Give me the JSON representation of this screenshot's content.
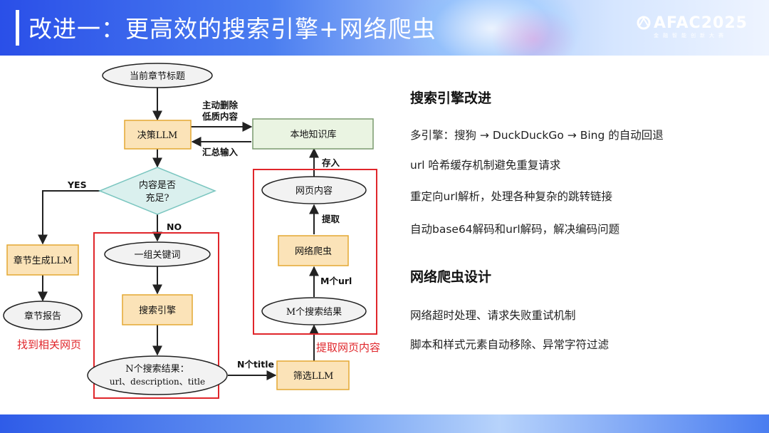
{
  "header": {
    "title": "改进一：更高效的搜索引擎+网络爬虫",
    "logo_text": "AFAC2025",
    "logo_subtext": "金融智能创新大赛"
  },
  "diagram": {
    "nodes": {
      "current_title": "当前章节标题",
      "decision_llm": "决策LLM",
      "knowledge_base": "本地知识库",
      "content_enough_line1": "内容是否",
      "content_enough_line2": "充足?",
      "chapter_gen_llm": "章节生成LLM",
      "chapter_report": "章节报告",
      "keywords": "一组关键词",
      "search_engine": "搜索引擎",
      "n_results_line1": "N个搜索结果：",
      "n_results_line2": "url、description、title",
      "filter_llm": "筛选LLM",
      "m_results": "M个搜索结果",
      "crawler": "网络爬虫",
      "page_content": "网页内容"
    },
    "edge_labels": {
      "remove_line1": "主动删除",
      "remove_line2": "低质内容",
      "summary_input": "汇总输入",
      "yes": "YES",
      "no": "NO",
      "store": "存入",
      "extract": "提取",
      "m_url": "M个url",
      "n_title": "N个title"
    },
    "group_labels": {
      "find_pages": "找到相关网页",
      "extract_content": "提取网页内容"
    }
  },
  "right_panel": {
    "search_heading": "搜索引擎改进",
    "search_items": [
      "多引擎：搜狗 → DuckDuckGo → Bing 的自动回退",
      "url 哈希缓存机制避免重复请求",
      "重定向url解析，处理各种复杂的跳转链接",
      "自动base64解码和url解码，解决编码问题"
    ],
    "crawler_heading": "网络爬虫设计",
    "crawler_items": [
      "网络超时处理、请求失败重试机制",
      "脚本和样式元素自动移除、异常字符过滤"
    ]
  },
  "colors": {
    "box_fill": "#fbe3b8",
    "box_stroke": "#e4a832",
    "green_fill": "#eaf4e2",
    "oval_fill": "#f2f2f2",
    "diamond_fill": "#daf0ee",
    "diamond_stroke": "#7bc6c0",
    "red": "#e0262b",
    "header_blue": "#2a4fe8"
  }
}
